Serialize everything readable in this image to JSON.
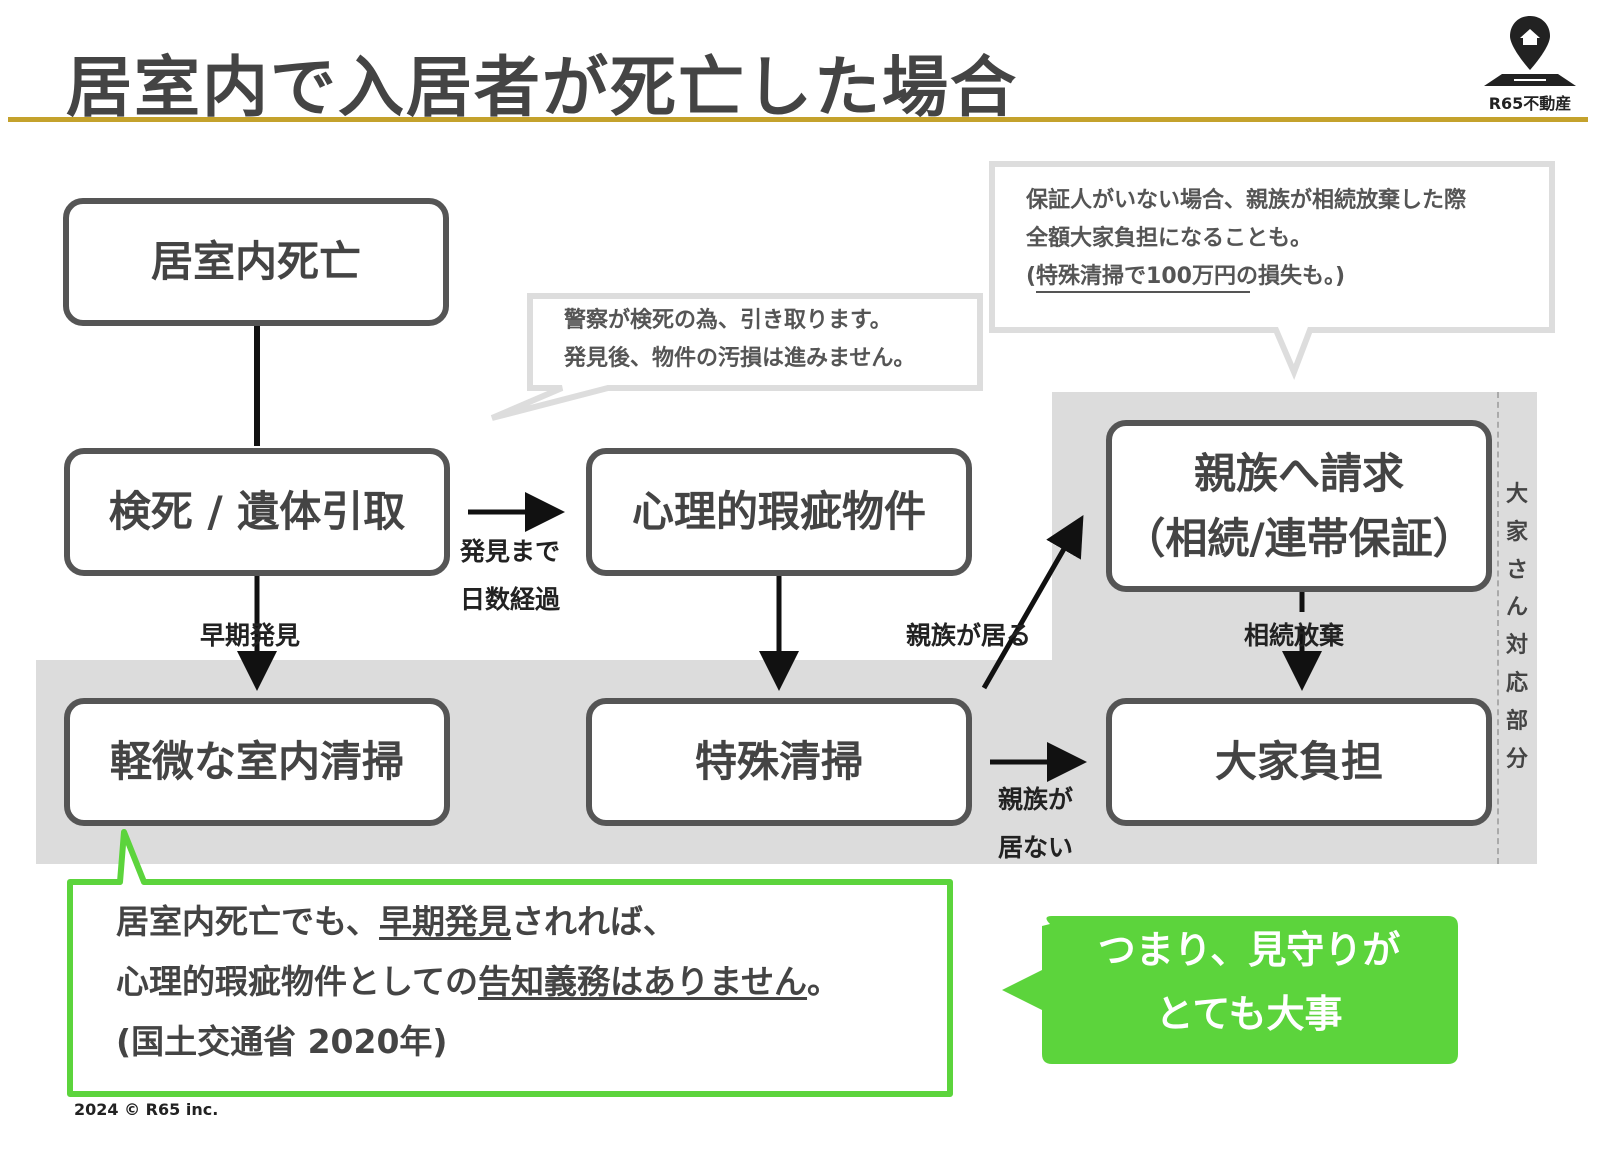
{
  "title": "居室内で入居者が死亡した場合",
  "logo": {
    "text": "R65不動産",
    "icon": "house-pin-icon"
  },
  "nodes": {
    "room_death": "居室内死亡",
    "inquest": "検死 / 遺体引取",
    "stigma_property": "心理的瑕疵物件",
    "minor_cleaning": "軽微な室内清掃",
    "special_cleaning": "特殊清掃",
    "claim_relatives_line1": "親族へ請求",
    "claim_relatives_line2": "（相続/連帯保証）",
    "landlord_burden": "大家負担"
  },
  "edge_labels": {
    "early_discovery": "早期発見",
    "days_pass_line1": "発見まで",
    "days_pass_line2": "日数経過",
    "relatives_exist": "親族が居る",
    "no_relatives_line1": "親族が",
    "no_relatives_line2": "居ない",
    "inheritance_renounced": "相続放棄"
  },
  "callouts": {
    "police": [
      "警察が検死の為、引き取ります。",
      "発見後、物件の汚損は進みません。"
    ],
    "guarantor": [
      "保証人がいない場合、親族が相続放棄した際",
      "全額大家負担になることも。",
      "(特殊清掃で100万円の損失も。)"
    ]
  },
  "landlord_section_label": "大家さん対応部分",
  "note": {
    "line1_pre": "居室内死亡でも、",
    "line1_u": "早期発見",
    "line1_post": "されれば、",
    "line2_pre": "心理的瑕疵物件としての",
    "line2_u": "告知義務はありません",
    "line2_post": "。",
    "line3": "(国土交通省 2020年)"
  },
  "bubble": {
    "line1": "つまり、見守りが",
    "line2": "とても大事"
  },
  "copyright": "2024 © R65 inc.",
  "colors": {
    "accent_gold": "#c4a22c",
    "box_border": "#555555",
    "gray_region": "#dcdcdc",
    "green": "#5cd43c"
  }
}
